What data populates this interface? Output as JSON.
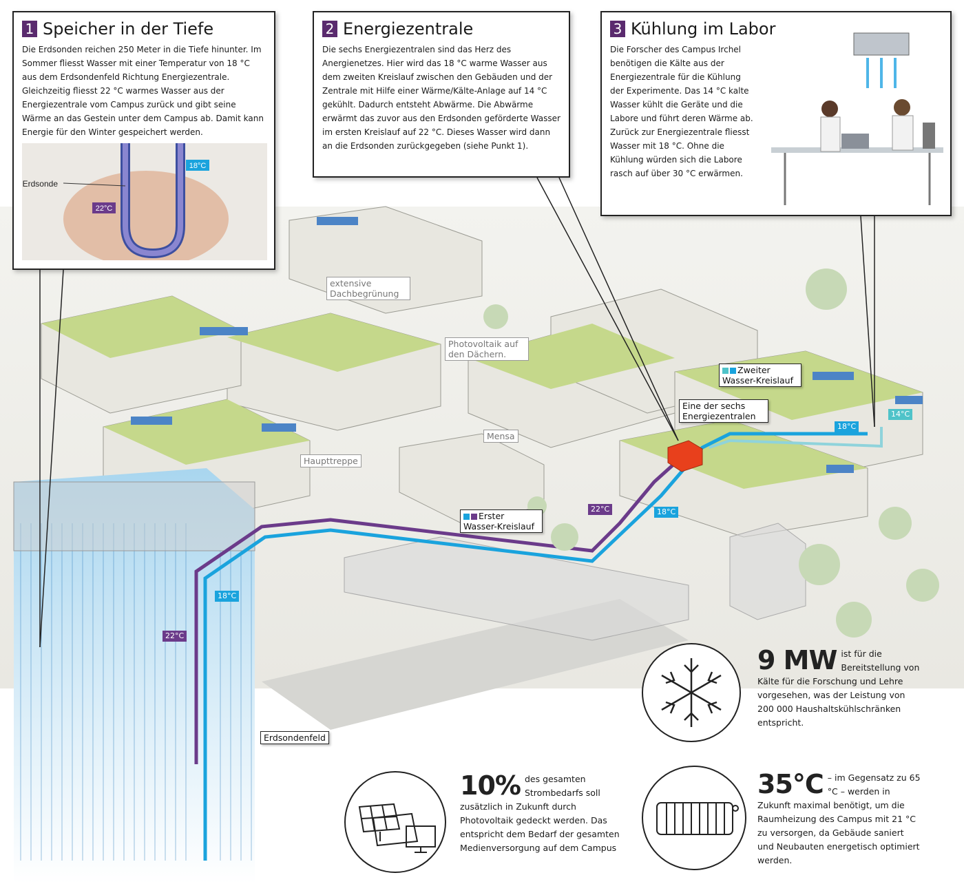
{
  "box1": {
    "num": "1",
    "title": "Speicher in der Tiefe",
    "text": "Die Erdsonden reichen 250 Meter in die Tiefe hinunter. Im Sommer fliesst Wasser mit einer Temperatur von 18 °C aus dem Erdsondenfeld Richtung Energiezentrale. Gleichzeitig fliesst 22 °C warmes Wasser aus der Energiezentrale vom Campus zurück und gibt seine Wärme an das Gestein unter dem Campus ab. Damit kann Energie für den Winter gespeichert werden.",
    "probe_label": "Erdsonde",
    "temp_cold": "18°C",
    "temp_warm": "22°C"
  },
  "box2": {
    "num": "2",
    "title": "Energiezentrale",
    "text": "Die sechs Energiezentralen sind das Herz des Anergienetzes. Hier wird das 18 °C warme Wasser aus dem zweiten Kreislauf zwischen den Gebäuden und der Zentrale mit Hilfe einer Wärme/Kälte-Anlage auf 14 °C gekühlt. Dadurch entsteht Abwärme. Die Abwärme erwärmt das zuvor aus den Erdsonden geförderte Wasser im ersten Kreislauf auf 22 °C. Dieses Wasser wird dann an die Erdsonden zurückgegeben (siehe Punkt 1)."
  },
  "box3": {
    "num": "3",
    "title": "Kühlung im Labor",
    "text": "Die Forscher des Campus Irchel benötigen die Kälte aus der Energiezentrale für die Kühlung der Experimente. Das 14 °C kalte Wasser kühlt die Geräte und die Labore und führt deren Wärme ab. Zurück zur Energiezentrale fliesst Wasser mit 18 °C. Ohne die Kühlung würden sich die Labore rasch auf über 30 °C erwärmen."
  },
  "labels": {
    "green_roof": "extensive Dachbegrünung",
    "pv": "Photovoltaik auf den Dächern.",
    "mensa": "Mensa",
    "stairs": "Haupttreppe",
    "central": "Eine der sechs Energiezentralen",
    "loop2": "Zweiter Wasser-Kreislauf",
    "loop1": "Erster Wasser-Kreislauf",
    "field": "Erdsondenfeld"
  },
  "temps": {
    "t14": "14°C",
    "t18": "18°C",
    "t22": "22°C"
  },
  "stats": {
    "s1_big": "9 MW",
    "s1_text": "ist für die Bereitstellung von Kälte für die Forschung und Lehre vorgesehen, was der Leistung von 200 000 Haushaltskühlschränken entspricht.",
    "s2_big": "10%",
    "s2_text": "des gesamten Strombedarfs soll zusätzlich in Zukunft durch Photovoltaik gedeckt werden. Das entspricht dem Bedarf der gesamten Medienversorgung auf dem Campus",
    "s3_big": "35°C",
    "s3_text": "– im Gegensatz zu 65 °C – werden in Zukunft maximal benötigt, um die Raumheizung des Campus mit 21 °C zu versorgen, da Gebäude saniert und Neubauten energetisch optimiert werden."
  },
  "colors": {
    "accent": "#5a2a6e",
    "cold": "#1aa3dd",
    "warm": "#6b3b8a",
    "teal": "#4fc3c9"
  }
}
